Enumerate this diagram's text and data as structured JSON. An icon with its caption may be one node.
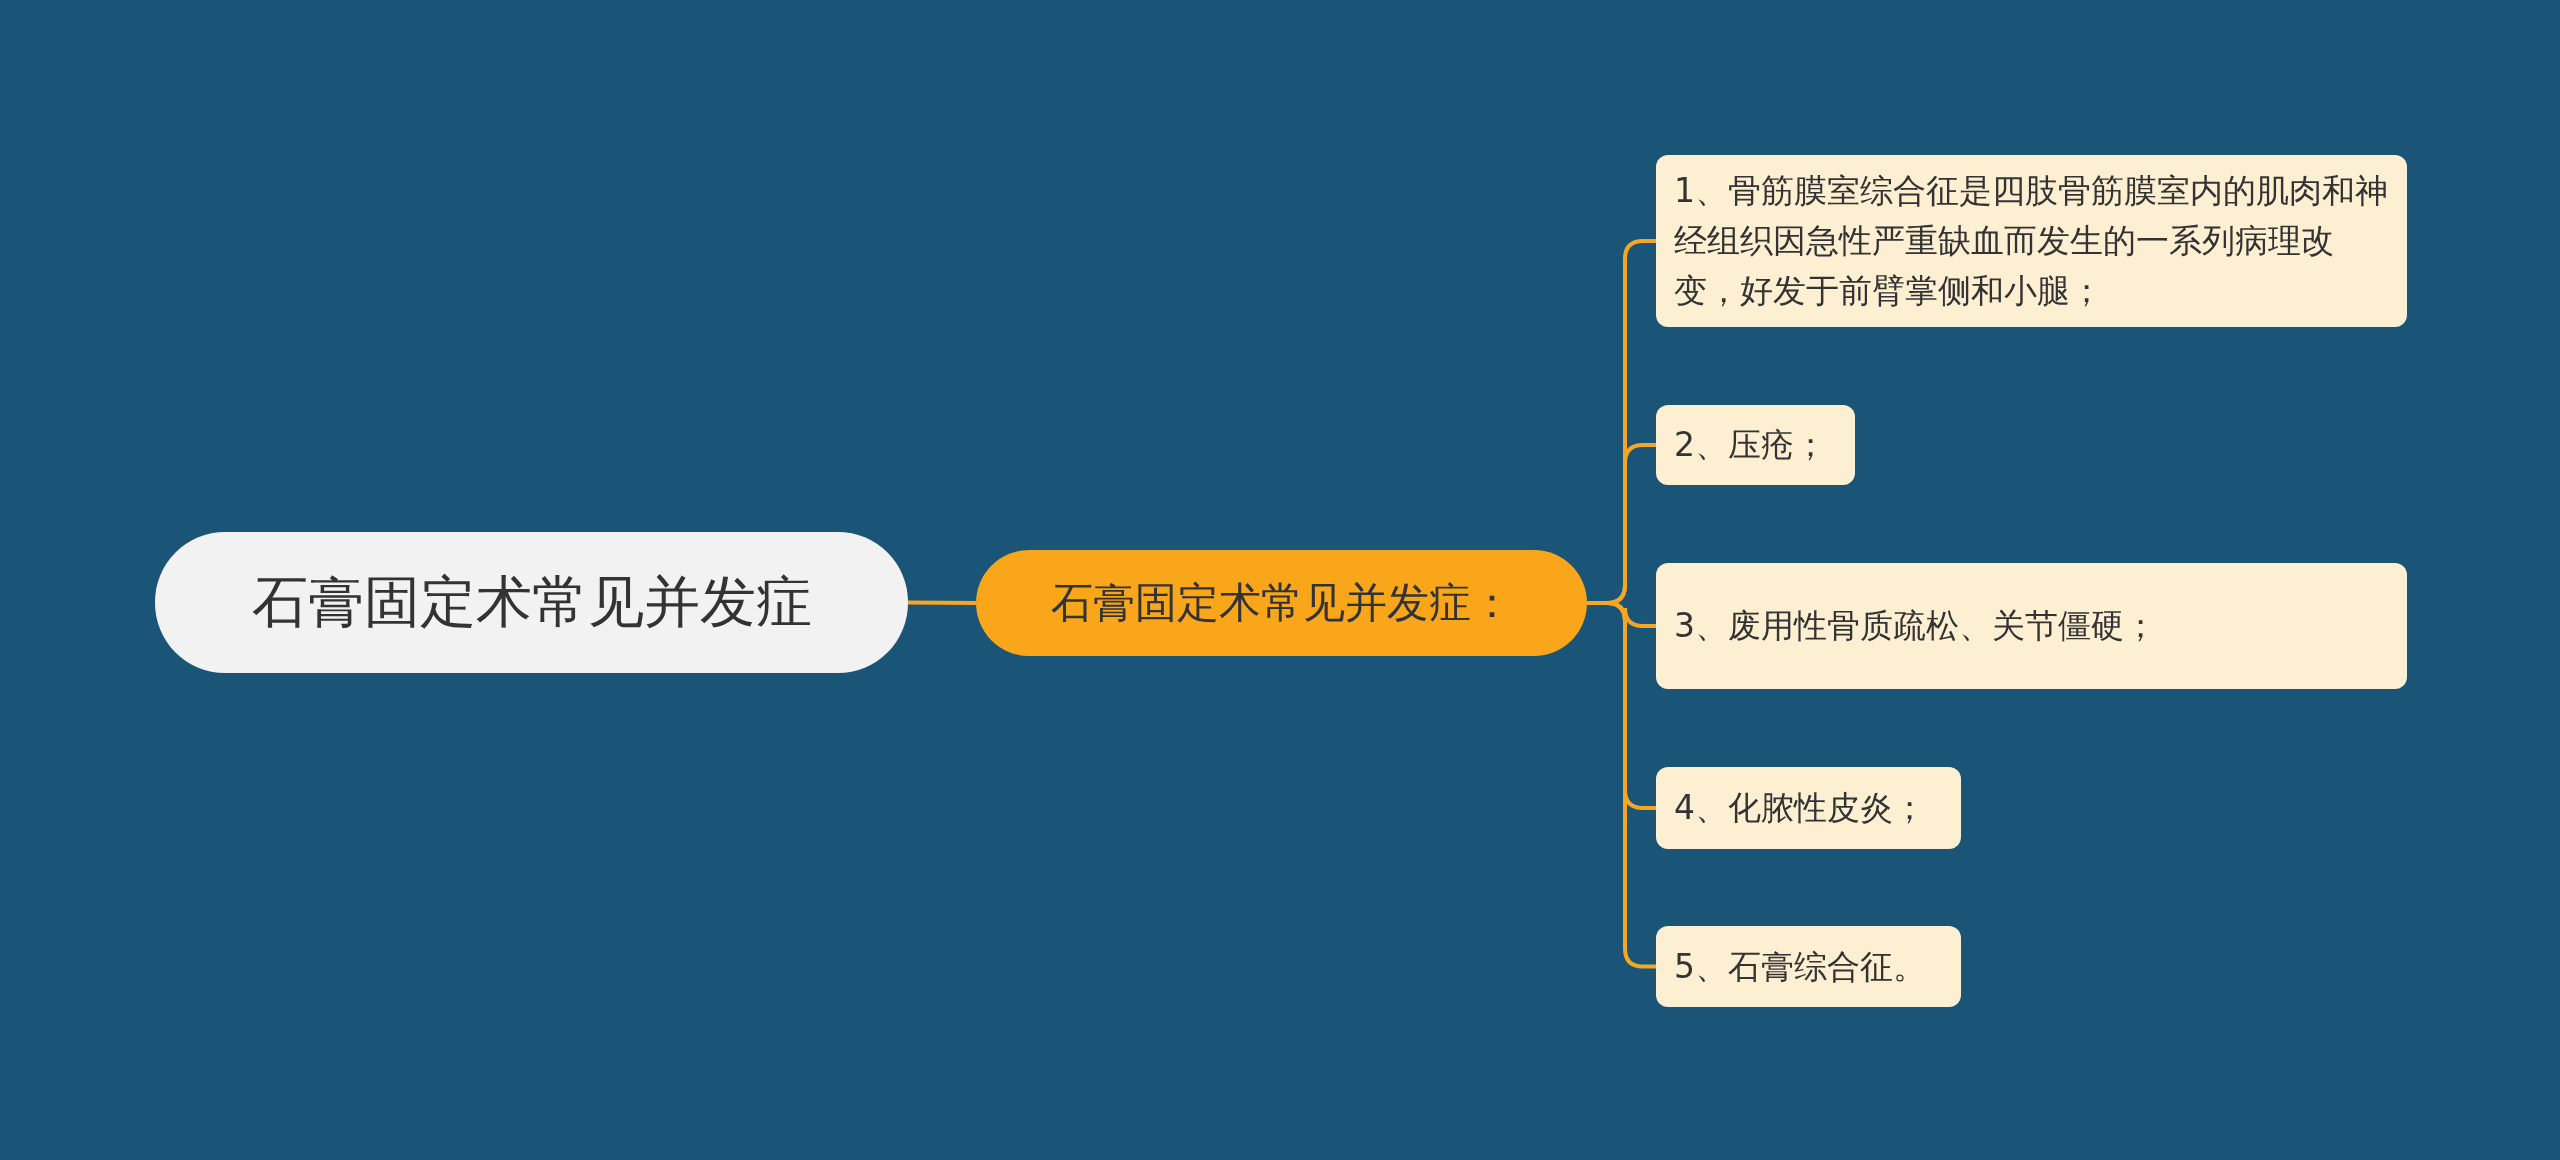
{
  "diagram": {
    "nodes": [
      {
        "text": [
          "石膏固定术常见并发症"
        ]
      },
      {
        "text": [
          "石膏固定术常见并发症："
        ]
      },
      {
        "text": [
          "1、骨筋膜室综合征是四肢骨筋膜室内的肌肉和神经组织因急性严重缺血而发生的一系列病理改变，好发于前臂掌侧和小腿；"
        ]
      },
      {
        "text": [
          "2、压疮；"
        ]
      },
      {
        "text": [
          "3、废用性骨质疏松、关节僵硬；"
        ]
      },
      {
        "text": [
          "4、化脓性皮炎；"
        ]
      },
      {
        "text": [
          "5、石膏综合征。"
        ]
      }
    ],
    "edges": [
      {
        "from": 0,
        "to": 1,
        "arrow": "none"
      },
      {
        "from": 1,
        "to": 2,
        "arrow": "none"
      },
      {
        "from": 1,
        "to": 3,
        "arrow": "none"
      },
      {
        "from": 1,
        "to": 4,
        "arrow": "none"
      },
      {
        "from": 1,
        "to": 5,
        "arrow": "none"
      },
      {
        "from": 1,
        "to": 6,
        "arrow": "none"
      }
    ]
  }
}
